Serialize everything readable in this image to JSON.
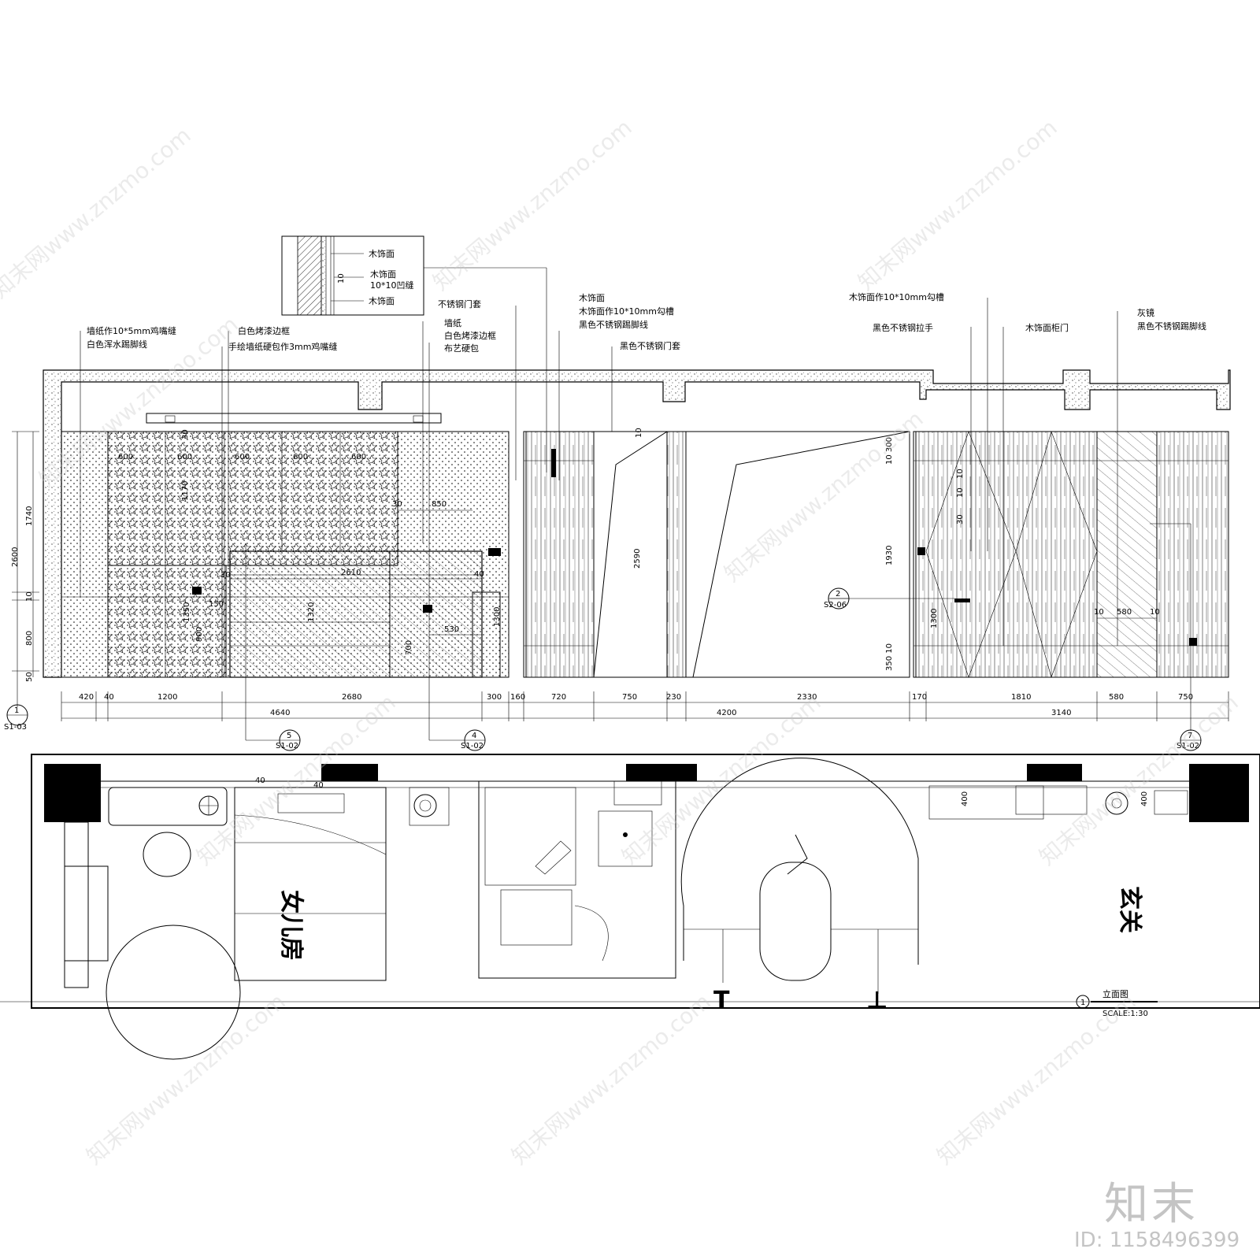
{
  "annotations_left": {
    "wallpaper_seam": "墙纸作10*5mm鸡嘴缝",
    "white_skirting": "白色浑水踢脚线",
    "white_frame": "白色烤漆边框",
    "handpainted": "手绘墙纸硬包作3mm鸡嘴缝",
    "wallpaper": "墙纸",
    "white_frame2": "白色烤漆边框",
    "fabric": "布艺硬包",
    "ss_door_frame": "不锈钢门套"
  },
  "detail_labels": {
    "wood_top": "木饰面",
    "wood_mid": "木饰面",
    "groove": "10*10凹缝",
    "wood_bottom": "木饰面",
    "gap": "10"
  },
  "annotations_mid": {
    "wood_face": "木饰面",
    "wood_groove": "木饰面作10*10mm勾槽",
    "black_ss_skirting": "黑色不锈钢踢脚线",
    "black_ss_frame": "黑色不锈钢门套"
  },
  "annotations_right": {
    "wood_groove": "木饰面作10*10mm勾槽",
    "black_ss_handle": "黑色不锈钢拉手",
    "cabinet_door": "木饰面柜门",
    "grey_mirror": "灰镜",
    "black_ss_skirting": "黑色不锈钢踢脚线"
  },
  "vertical_dims": {
    "total": "2600",
    "upper": "1740",
    "gap": "10",
    "lower": "800",
    "base": "50",
    "d1170": "1170",
    "d30": "30",
    "d1350": "1350",
    "d900": "900",
    "d1320": "1320",
    "d700": "700",
    "d1300": "1300",
    "d2590": "2590",
    "d10": "10",
    "d300": "10 300",
    "d1930": "1930",
    "d1300b": "1300",
    "d350": "350 10",
    "d10b": "10",
    "d10c": "10",
    "d30b": "30"
  },
  "panel_dims": [
    "600",
    "600",
    "600",
    "600",
    "600"
  ],
  "inner_dims": {
    "d30": "30",
    "d850": "850",
    "d2610": "2610",
    "d40": "40",
    "d150": "150",
    "d30b": "30",
    "d530": "530",
    "d10": "10",
    "d580": "580",
    "d10b": "10"
  },
  "bottom_dims_row1": [
    "420",
    "40",
    "1200",
    "2680",
    "300",
    "160",
    "720",
    "750",
    "230",
    "2330",
    "170",
    "1810",
    "580",
    "750"
  ],
  "bottom_dims_row2": [
    "4640",
    "4200",
    "3140"
  ],
  "callouts": [
    {
      "num": "1",
      "ref": "S1-03"
    },
    {
      "num": "5",
      "ref": "S1-02"
    },
    {
      "num": "4",
      "ref": "S1-02"
    },
    {
      "num": "7",
      "ref": "S1-02"
    },
    {
      "num": "2",
      "ref": "S2-06"
    }
  ],
  "plan": {
    "room_daughter": "女儿房",
    "room_foyer": "玄关",
    "d400a": "400",
    "d400b": "400",
    "d40a": "40",
    "d40b": "40"
  },
  "title_block": {
    "num": "1",
    "title": "立面图",
    "scale": "SCALE:1:30"
  },
  "watermark_text": "知末网www.znzmo.com",
  "brand": "知末",
  "image_id": "ID: 1158496399"
}
